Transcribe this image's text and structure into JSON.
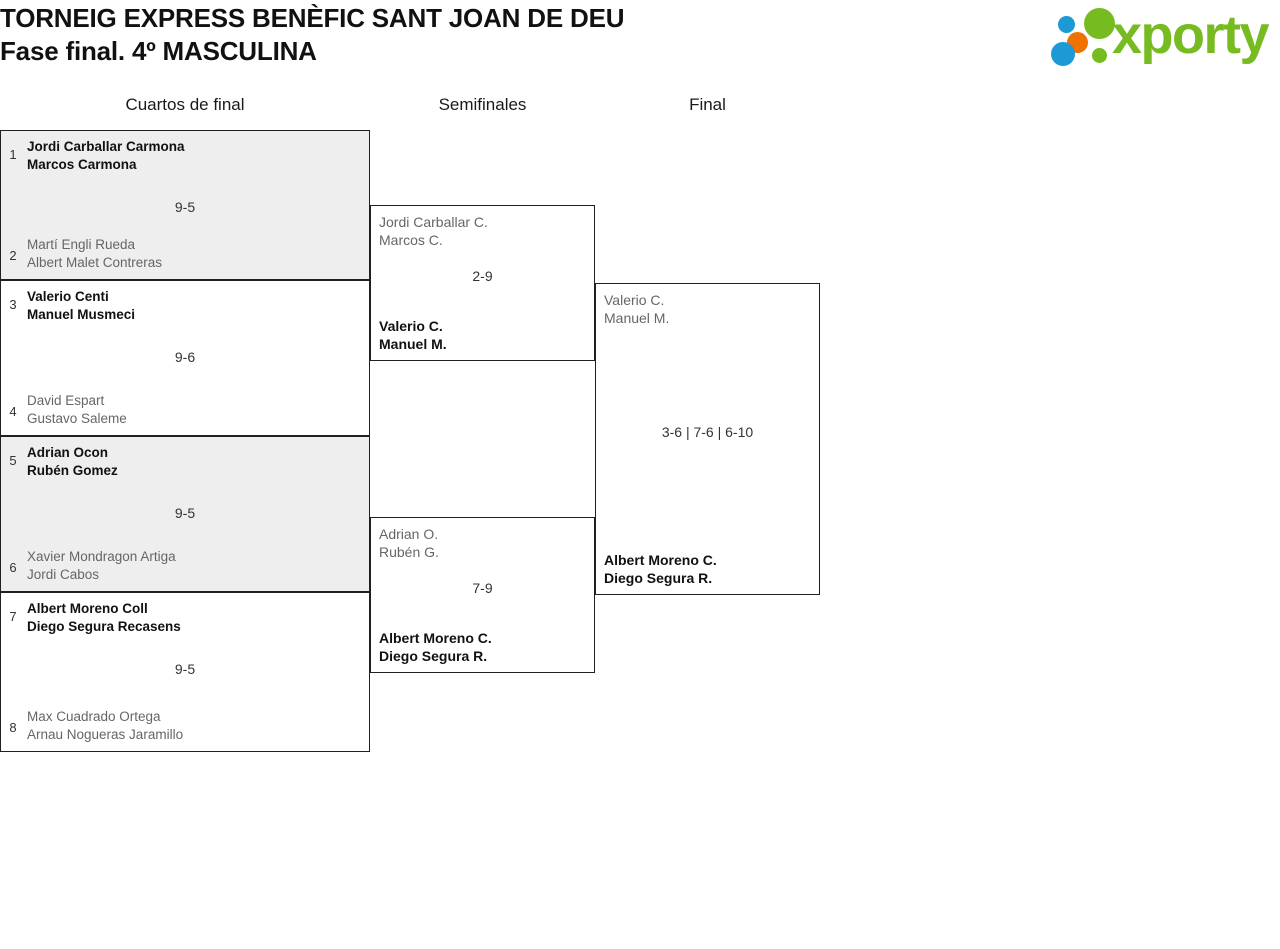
{
  "header": {
    "title_line1": "TORNEIG EXPRESS BENÈFIC SANT JOAN DE DEU",
    "title_line2": "Fase final. 4º MASCULINA",
    "logo_text": "xporty",
    "logo_colors": {
      "green": "#76bc21",
      "blue": "#1b9ad6",
      "orange": "#ef7100"
    }
  },
  "rounds": [
    {
      "label": "Cuartos de final"
    },
    {
      "label": "Semifinales"
    },
    {
      "label": "Final"
    }
  ],
  "bracket": {
    "quarterfinals": [
      {
        "score": "9-5",
        "top": {
          "seed": "1",
          "player1": "Jordi Carballar Carmona",
          "player2": "Marcos Carmona",
          "winner": true
        },
        "bottom": {
          "seed": "2",
          "player1": "Martí Engli Rueda",
          "player2": "Albert Malet Contreras",
          "winner": false
        }
      },
      {
        "score": "9-6",
        "top": {
          "seed": "3",
          "player1": "Valerio Centi",
          "player2": "Manuel Musmeci",
          "winner": true
        },
        "bottom": {
          "seed": "4",
          "player1": "David Espart",
          "player2": "Gustavo Saleme",
          "winner": false
        }
      },
      {
        "score": "9-5",
        "top": {
          "seed": "5",
          "player1": "Adrian Ocon",
          "player2": "Rubén Gomez",
          "winner": true
        },
        "bottom": {
          "seed": "6",
          "player1": "Xavier Mondragon Artiga",
          "player2": "Jordi Cabos",
          "winner": false
        }
      },
      {
        "score": "9-5",
        "top": {
          "seed": "7",
          "player1": "Albert Moreno Coll",
          "player2": "Diego Segura Recasens",
          "winner": true
        },
        "bottom": {
          "seed": "8",
          "player1": "Max Cuadrado Ortega",
          "player2": "Arnau Nogueras Jaramillo",
          "winner": false
        }
      }
    ],
    "semifinals": [
      {
        "score": "2-9",
        "top": {
          "player1": "Jordi Carballar C.",
          "player2": "Marcos C.",
          "winner": false
        },
        "bottom": {
          "player1": "Valerio C.",
          "player2": "Manuel M.",
          "winner": true
        }
      },
      {
        "score": "7-9",
        "top": {
          "player1": "Adrian O.",
          "player2": "Rubén G.",
          "winner": false
        },
        "bottom": {
          "player1": "Albert Moreno C.",
          "player2": "Diego Segura R.",
          "winner": true
        }
      }
    ],
    "final": [
      {
        "score": "3-6 | 7-6 | 6-10",
        "top": {
          "player1": "Valerio C.",
          "player2": "Manuel M.",
          "winner": false
        },
        "bottom": {
          "player1": "Albert Moreno C.",
          "player2": "Diego Segura R.",
          "winner": true
        }
      }
    ]
  }
}
